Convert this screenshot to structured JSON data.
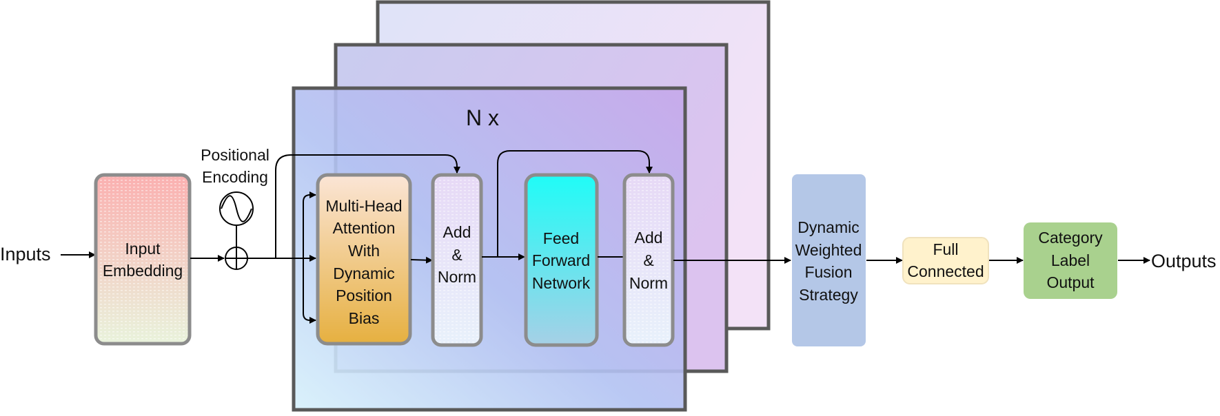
{
  "diagram": {
    "inputs_label": "Inputs",
    "outputs_label": "Outputs",
    "positional_encoding": [
      "Positional",
      "Encoding"
    ],
    "input_embedding": [
      "Input",
      "Embedding"
    ],
    "repeat_label": "N x",
    "multi_head_attention": [
      "Multi-Head",
      "Attention",
      "With",
      "Dynamic",
      "Position",
      "Bias"
    ],
    "add_norm_1": [
      "Add",
      "&",
      "Norm"
    ],
    "feed_forward": [
      "Feed",
      "Forward",
      "Network"
    ],
    "add_norm_2": [
      "Add",
      "&",
      "Norm"
    ],
    "fusion": [
      "Dynamic",
      "Weighted",
      "Fusion",
      "Strategy"
    ],
    "full_connected": [
      "Full",
      "Connected"
    ],
    "category_output": [
      "Category",
      "Label",
      "Output"
    ],
    "colors": {
      "frame_border": "#595959",
      "box_border": "#8c8c8c",
      "fusion_fill": "#b4c7e7",
      "fc_fill": "#fff2cc",
      "output_fill": "#a9d18e",
      "ffn_top": "#1ffcf7",
      "ffn_bottom": "#9fd3e8",
      "mha_top": "#fbe5d6",
      "mha_bottom": "#e6b040"
    }
  }
}
